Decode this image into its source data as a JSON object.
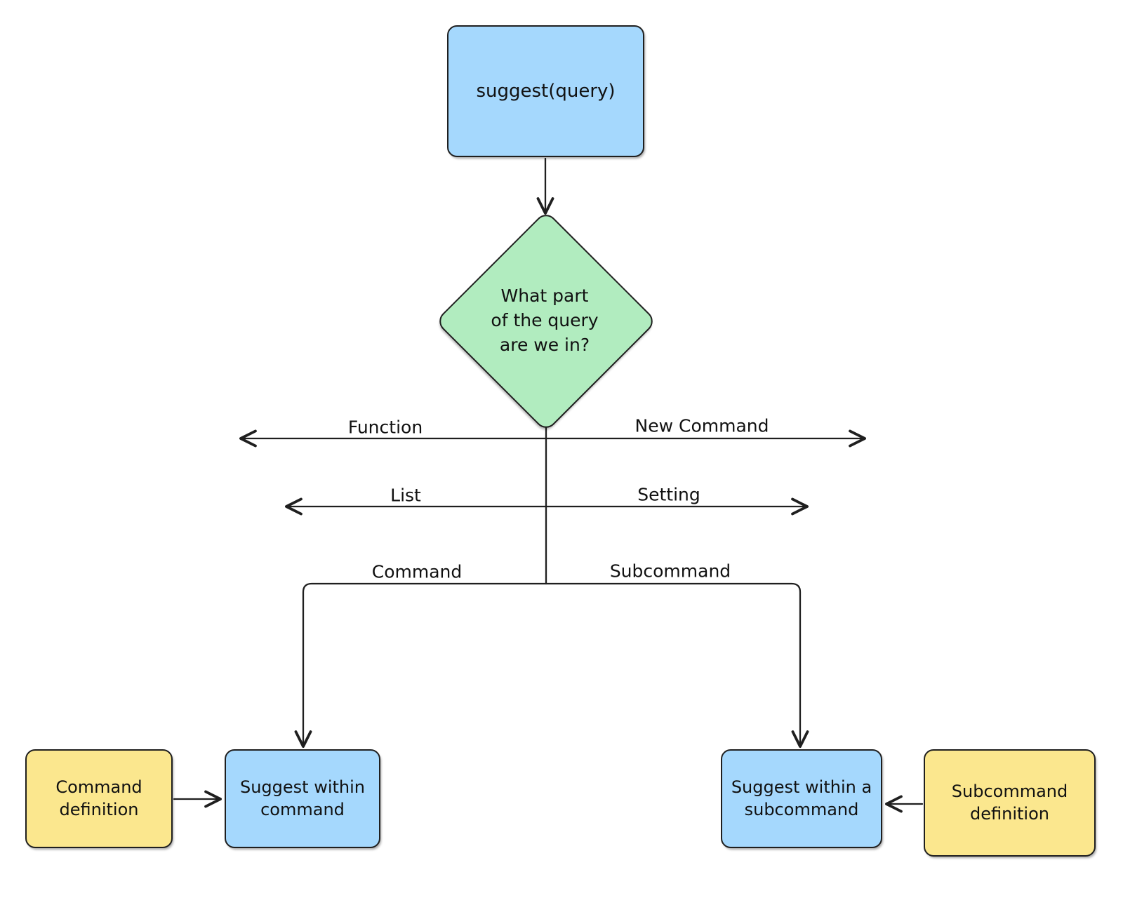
{
  "diagram": {
    "title": "suggest(query) decision flowchart",
    "background": "#ffffff",
    "colors": {
      "blue": "#a5d8fd",
      "yellow": "#fbe78e",
      "green": "#b1ecbf",
      "stroke": "#1f1f1f",
      "text": "#111111"
    }
  },
  "nodes": {
    "suggest_query": {
      "label": "suggest(query)",
      "shape": "rounded-rect",
      "color": "blue"
    },
    "decision": {
      "label": "What part\nof the query\nare we in?",
      "shape": "diamond",
      "color": "green"
    },
    "suggest_within_command": {
      "label": "Suggest within\ncommand",
      "shape": "rounded-rect",
      "color": "blue"
    },
    "suggest_within_subcommand": {
      "label": "Suggest within a\nsubcommand",
      "shape": "rounded-rect",
      "color": "blue"
    },
    "command_definition": {
      "label": "Command\ndefinition",
      "shape": "rounded-rect",
      "color": "yellow"
    },
    "subcommand_definition": {
      "label": "Subcommand\ndefinition",
      "shape": "rounded-rect",
      "color": "yellow"
    }
  },
  "edge_labels": {
    "function": "Function",
    "new_command": "New Command",
    "list": "List",
    "setting": "Setting",
    "command": "Command",
    "subcommand": "Subcommand"
  },
  "edges": [
    {
      "from": "suggest_query",
      "to": "decision",
      "label": ""
    },
    {
      "from": "decision",
      "to": "function-branch",
      "label": "Function"
    },
    {
      "from": "decision",
      "to": "new-command-branch",
      "label": "New Command"
    },
    {
      "from": "decision",
      "to": "list-branch",
      "label": "List"
    },
    {
      "from": "decision",
      "to": "setting-branch",
      "label": "Setting"
    },
    {
      "from": "decision",
      "to": "suggest_within_command",
      "label": "Command"
    },
    {
      "from": "decision",
      "to": "suggest_within_subcommand",
      "label": "Subcommand"
    },
    {
      "from": "command_definition",
      "to": "suggest_within_command",
      "label": ""
    },
    {
      "from": "subcommand_definition",
      "to": "suggest_within_subcommand",
      "label": ""
    }
  ]
}
